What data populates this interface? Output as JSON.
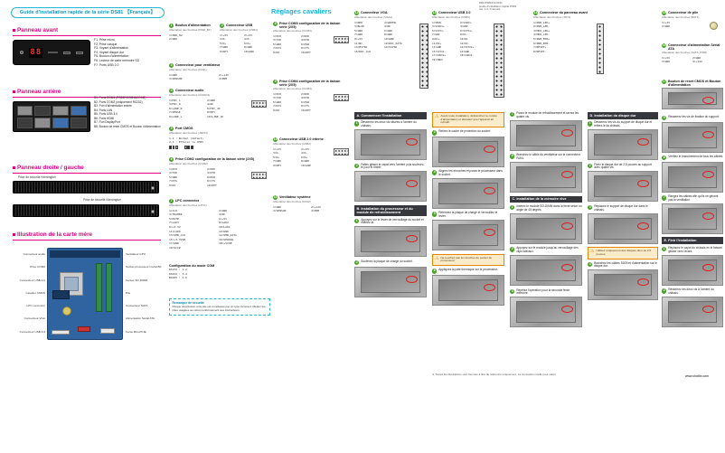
{
  "page": {
    "title": "Guide d'installation rapide de la série DS81 【Français】",
    "jumpers_title": "Réglages cavaliers",
    "warn_symbol": "⚠",
    "print_info": [
      "84R-DS81013-0101",
      "Guide d'installation rapide DS81",
      "Ver. 1.0 / Français"
    ],
    "footer_note": "※ Toutes les illustrations sont fournies à titre de référence uniquement. La conception réelle peut varier.",
    "website": "www.shuttle.com"
  },
  "front_panel": {
    "title": "Panneau avant",
    "led_text": "88",
    "items": [
      "F1. Prise micro",
      "F2. Prise casque",
      "F3. Voyant d'alimentation",
      "F4. Voyant disque dur",
      "F5. Bouton d'alimentation",
      "F6. Lecteur de carte mémoire SD",
      "F7. Ports USB 2.0"
    ]
  },
  "rear_panel": {
    "title": "Panneau arrière",
    "items": [
      "B1. Ports COM1 (RS232/COM1&COM2)",
      "B2. Ports COM2 (uniquement RS232)",
      "B3. Port d'alimentation entrée",
      "B4. Ports LAN",
      "B5. Ports USB 3.0",
      "B6. Ports HDMI",
      "B7. Port DisplayPort",
      "B8. Bouton de reset CMOS et Bouton d'alimentation"
    ]
  },
  "side_panel": {
    "title": "Panneau droite / gauche",
    "kensington_top": "Prise de sécurité Kensington",
    "kensington_bottom": "Prise de sécurité Kensington"
  },
  "motherboard": {
    "title": "Illustration de la carte mère",
    "left_labels": [
      "Connecteur audio",
      "Prise COM2",
      "Connecteur USB 2.0",
      "Cavalier CMOS",
      "LPC connector",
      "Connecteur VGA",
      "Connecteur USB 3.0"
    ],
    "right_labels": [
      "Ventilateur CPU",
      "Socket processeur LGA1150",
      "Fentes SO-DIMM",
      "Pile",
      "Connecteur SATA",
      "Alimentation Sérial ATA",
      "Fente Mini-PCIE"
    ]
  },
  "jumpers": {
    "sections": [
      {
        "num": "1",
        "name": "Bouton d'alimentation",
        "pin_label": "Affectation des broches (PWR_BT)",
        "pins": [
          "1=PWR_SW",
          "2=GND"
        ]
      },
      {
        "num": "2",
        "name": "Connecteur USB",
        "pin_label": "Affectation des broches (USB1)",
        "pins": [
          "1=+5V",
          "2=+5V",
          "3=D-",
          "4=D-",
          "5=D+",
          "6=D+",
          "7=GND",
          "8=GND",
          "9=KEY",
          "10=GND"
        ]
      },
      {
        "num": "3",
        "name": "Connecteur pour ventilateur",
        "pin_label": "Affectation des broches (FAN1)",
        "pins": [
          "1=GND",
          "2=+12V",
          "3=SENSOR",
          "4=PWM"
        ]
      },
      {
        "num": "4",
        "name": "Connecteur audio",
        "pin_label": "Affectation des broches (AUDIO1)",
        "pins": [
          "1=MIC_L",
          "2=GND",
          "3=MIC_R",
          "4=NC",
          "5=LINE_R",
          "6=MIC_JD",
          "7=SENSE",
          "8=KEY",
          "9=LINE_L",
          "10=LINE_JD"
        ]
      },
      {
        "num": "5",
        "name": "Port CMOS",
        "pin_label": "Affectation des broches (JBAT1)",
        "pins": [
          "1-2 : Normal (défaut)",
          "2-3 : Effacer le CMOS"
        ]
      },
      {
        "num": "6",
        "name": "Prise COM2 configuration de la liaison série (2X5)",
        "pin_label": "Affectation des broches (COM2)",
        "pins": [
          "1=DCD",
          "2=RXD",
          "3=TXD",
          "4=DTR",
          "5=GND",
          "6=DSR",
          "7=RTS",
          "8=CTS",
          "9=RI",
          "10=KEY"
        ]
      },
      {
        "num": "7",
        "name": "LPC connector",
        "pin_label": "Affectation des broches (LPC1)",
        "pins": [
          "1=CLK",
          "2=GND",
          "3=FRAME#",
          "4=NC",
          "5=RST#",
          "6=+5V",
          "7=LAD3",
          "8=LAD2",
          "9=+3.3V",
          "10=LAD1",
          "11=LAD0",
          "12=GND",
          "13=SMB_CLK",
          "14=SMB_DATA",
          "15=+3.3VSB",
          "16=SERIRQ",
          "17=GND",
          "18=+5VSB",
          "19=SCI#"
        ]
      },
      {
        "num": "8",
        "name": "Prise COM3 configuration de la liaison série (2X5)",
        "pin_label": "Affectation des broches (COM3)",
        "pins": [
          "1=DCD",
          "2=RXD",
          "3=TXD",
          "4=DTR",
          "5=GND",
          "6=DSR",
          "7=RTS",
          "8=CTS",
          "9=RI",
          "10=KEY"
        ]
      },
      {
        "num": "9",
        "name": "Prise COM4 configuration de la liaison série (2X5)",
        "pin_label": "Affectation des broches (COM4)",
        "pins": [
          "1=DCD",
          "2=RXD",
          "3=TXD",
          "4=DTR",
          "5=GND",
          "6=DSR",
          "7=RTS",
          "8=CTS",
          "9=RI",
          "10=KEY"
        ]
      },
      {
        "num": "10",
        "name": "Connecteur USB 2.0 interne",
        "pin_label": "Affectation des broches (USB2)",
        "pins": [
          "1=+5V",
          "2=+5V",
          "3=D-",
          "4=D-",
          "5=D+",
          "6=D+",
          "7=GND",
          "8=GND",
          "9=KEY",
          "10=GND"
        ]
      },
      {
        "num": "11",
        "name": "Ventilateur système",
        "pin_label": "Affectation des broches (FAN2)",
        "pins": [
          "1=GND",
          "2=+12V",
          "3=SENSOR",
          "4=PWM"
        ]
      },
      {
        "num": "12",
        "name": "Connecteur VGA",
        "pin_label": "Affectation des broches (VGA1)",
        "pins": [
          "1=RED",
          "2=GREEN",
          "3=BLUE",
          "4=NC",
          "5=GND",
          "6=GND",
          "7=GND",
          "8=GND",
          "9=+5V",
          "10=GND",
          "11=NC",
          "12=DDC_DATA",
          "13=HSYNC",
          "14=VSYNC",
          "15=DDC_CLK"
        ]
      },
      {
        "num": "13",
        "name": "Connecteur USB 3.0",
        "pin_label": "Affectation des broches (USB3)",
        "pins": [
          "1=VBUS",
          "2=SSRX1-",
          "3=SSRX1+",
          "4=GND",
          "5=SSTX1-",
          "6=SSTX1+",
          "7=GND",
          "8=D1-",
          "9=D1+",
          "10=NC",
          "11=D2+",
          "12=D2-",
          "13=GND",
          "14=SSTX2+",
          "15=SSTX2-",
          "16=GND",
          "17=SSRX2+",
          "18=SSRX2-",
          "19=VBUS"
        ]
      },
      {
        "num": "14",
        "name": "Connecteur du panneau avant",
        "pin_label": "Affectation des broches (JFP1)",
        "pins": [
          "1=PWR_LED+",
          "2=PWR_LED-",
          "3=HDD_LED+",
          "4=HDD_LED-",
          "5=PWR_BTN+",
          "6=PWR_BTN-",
          "7=RESET+",
          "8=RESET-"
        ]
      },
      {
        "num": "15",
        "name": "Connecteur de pile",
        "pin_label": "Affectation des broches (BAT1)",
        "pins": [
          "1=+3V",
          "2=GND"
        ]
      },
      {
        "num": "16",
        "name": "Connecteur d'alimentation Sérial ATA",
        "pin_label": "Affectation des broches (SATA_PWR)",
        "pins": [
          "1=+5V",
          "2=GND",
          "3=GND",
          "4=+12V"
        ]
      },
      {
        "num": "17",
        "name": "Bouton de reset CMOS et Bouton d'alimentation",
        "pin_label": "",
        "pins": []
      }
    ],
    "com_config": {
      "name": "Configuration du mode COM",
      "options": [
        "RS232 : 1-2",
        "RS422 : 3-4",
        "RS485 : 5-6"
      ]
    },
    "security_note": {
      "title": "Remarque de sécurité",
      "text": "Risque d'explosion si la pile est remplacée par un type incorrect. Mettez les piles usagées au rebut conformément aux instructions."
    }
  },
  "install": {
    "headers": {
      "a": "A. Commencer l'installation",
      "b": "B. Installation du processeur et du module de refroidissement",
      "c": "C. Installation de la mémoire vive",
      "d": "D. Installation du disque dur",
      "e": "E. Finir l'installation"
    },
    "warnings": [
      "Avant toute installation, débranchez le cordon d'alimentation et attendez que l'appareil ait refroidi.",
      "Ne touchez pas les broches du socket du processeur.",
      "Utilisez uniquement des disques durs de 2,5 pouces."
    ],
    "col1": {
      "steps_top": [
        {
          "num": "1",
          "text": "Desserrez les deux vis situées à l'arrière du châssis."
        },
        {
          "num": "2",
          "text": "Faites glisser le capot vers l'arrière puis soulevez-le pour le retirer."
        }
      ],
      "steps_bottom": [
        {
          "num": "1",
          "text": "Appuyez sur le levier de verrouillage du socket et écartez-le."
        },
        {
          "num": "2",
          "text": "Soulevez la plaque de charge du socket."
        }
      ]
    },
    "col2": {
      "steps_top": [
        {
          "num": "3",
          "text": "Retirez le cache de protection du socket."
        },
        {
          "num": "4",
          "text": "Alignez les encoches et posez le processeur dans le socket."
        },
        {
          "num": "5",
          "text": "Refermez la plaque de charge et verrouillez le levier."
        }
      ],
      "steps_bottom": [
        {
          "num": "6",
          "text": "Appliquez la pâte thermique sur le processeur."
        }
      ]
    },
    "col3": {
      "steps_top": [
        {
          "num": "7",
          "text": "Posez le module de refroidissement et serrez les quatre vis."
        },
        {
          "num": "8",
          "text": "Branchez le câble du ventilateur sur le connecteur FAN1."
        }
      ],
      "steps_bottom": [
        {
          "num": "1",
          "text": "Insérez le module SO-DIMM dans la fente selon un angle de 45 degrés."
        },
        {
          "num": "2",
          "text": "Appuyez sur le module jusqu'au verrouillage des clips latéraux."
        },
        {
          "num": "3",
          "text": "Répétez l'opération pour la seconde fente mémoire."
        }
      ]
    },
    "col4": {
      "steps_top": [
        {
          "num": "1",
          "text": "Desserrez les vis du support de disque dur et retirez-le du châssis."
        },
        {
          "num": "2",
          "text": "Fixez le disque dur de 2,5 pouces au support avec quatre vis."
        },
        {
          "num": "3",
          "text": "Replacez le support de disque dur dans le châssis."
        }
      ],
      "steps_bottom": [
        {
          "num": "4",
          "text": "Branchez les câbles SATA et d'alimentation sur le disque dur."
        }
      ]
    },
    "col5": {
      "steps_top": [
        {
          "num": "5",
          "text": "Resserrez les vis de fixation du support."
        },
        {
          "num": "6",
          "text": "Vérifiez le branchement de tous les câbles."
        },
        {
          "num": "7",
          "text": "Rangez les câbles afin qu'ils ne gênent pas la ventilation."
        }
      ],
      "steps_bottom": [
        {
          "num": "1",
          "text": "Replacez le capot du châssis en le faisant glisser vers l'avant."
        },
        {
          "num": "2",
          "text": "Resserrez les deux vis à l'arrière du châssis."
        }
      ]
    }
  }
}
